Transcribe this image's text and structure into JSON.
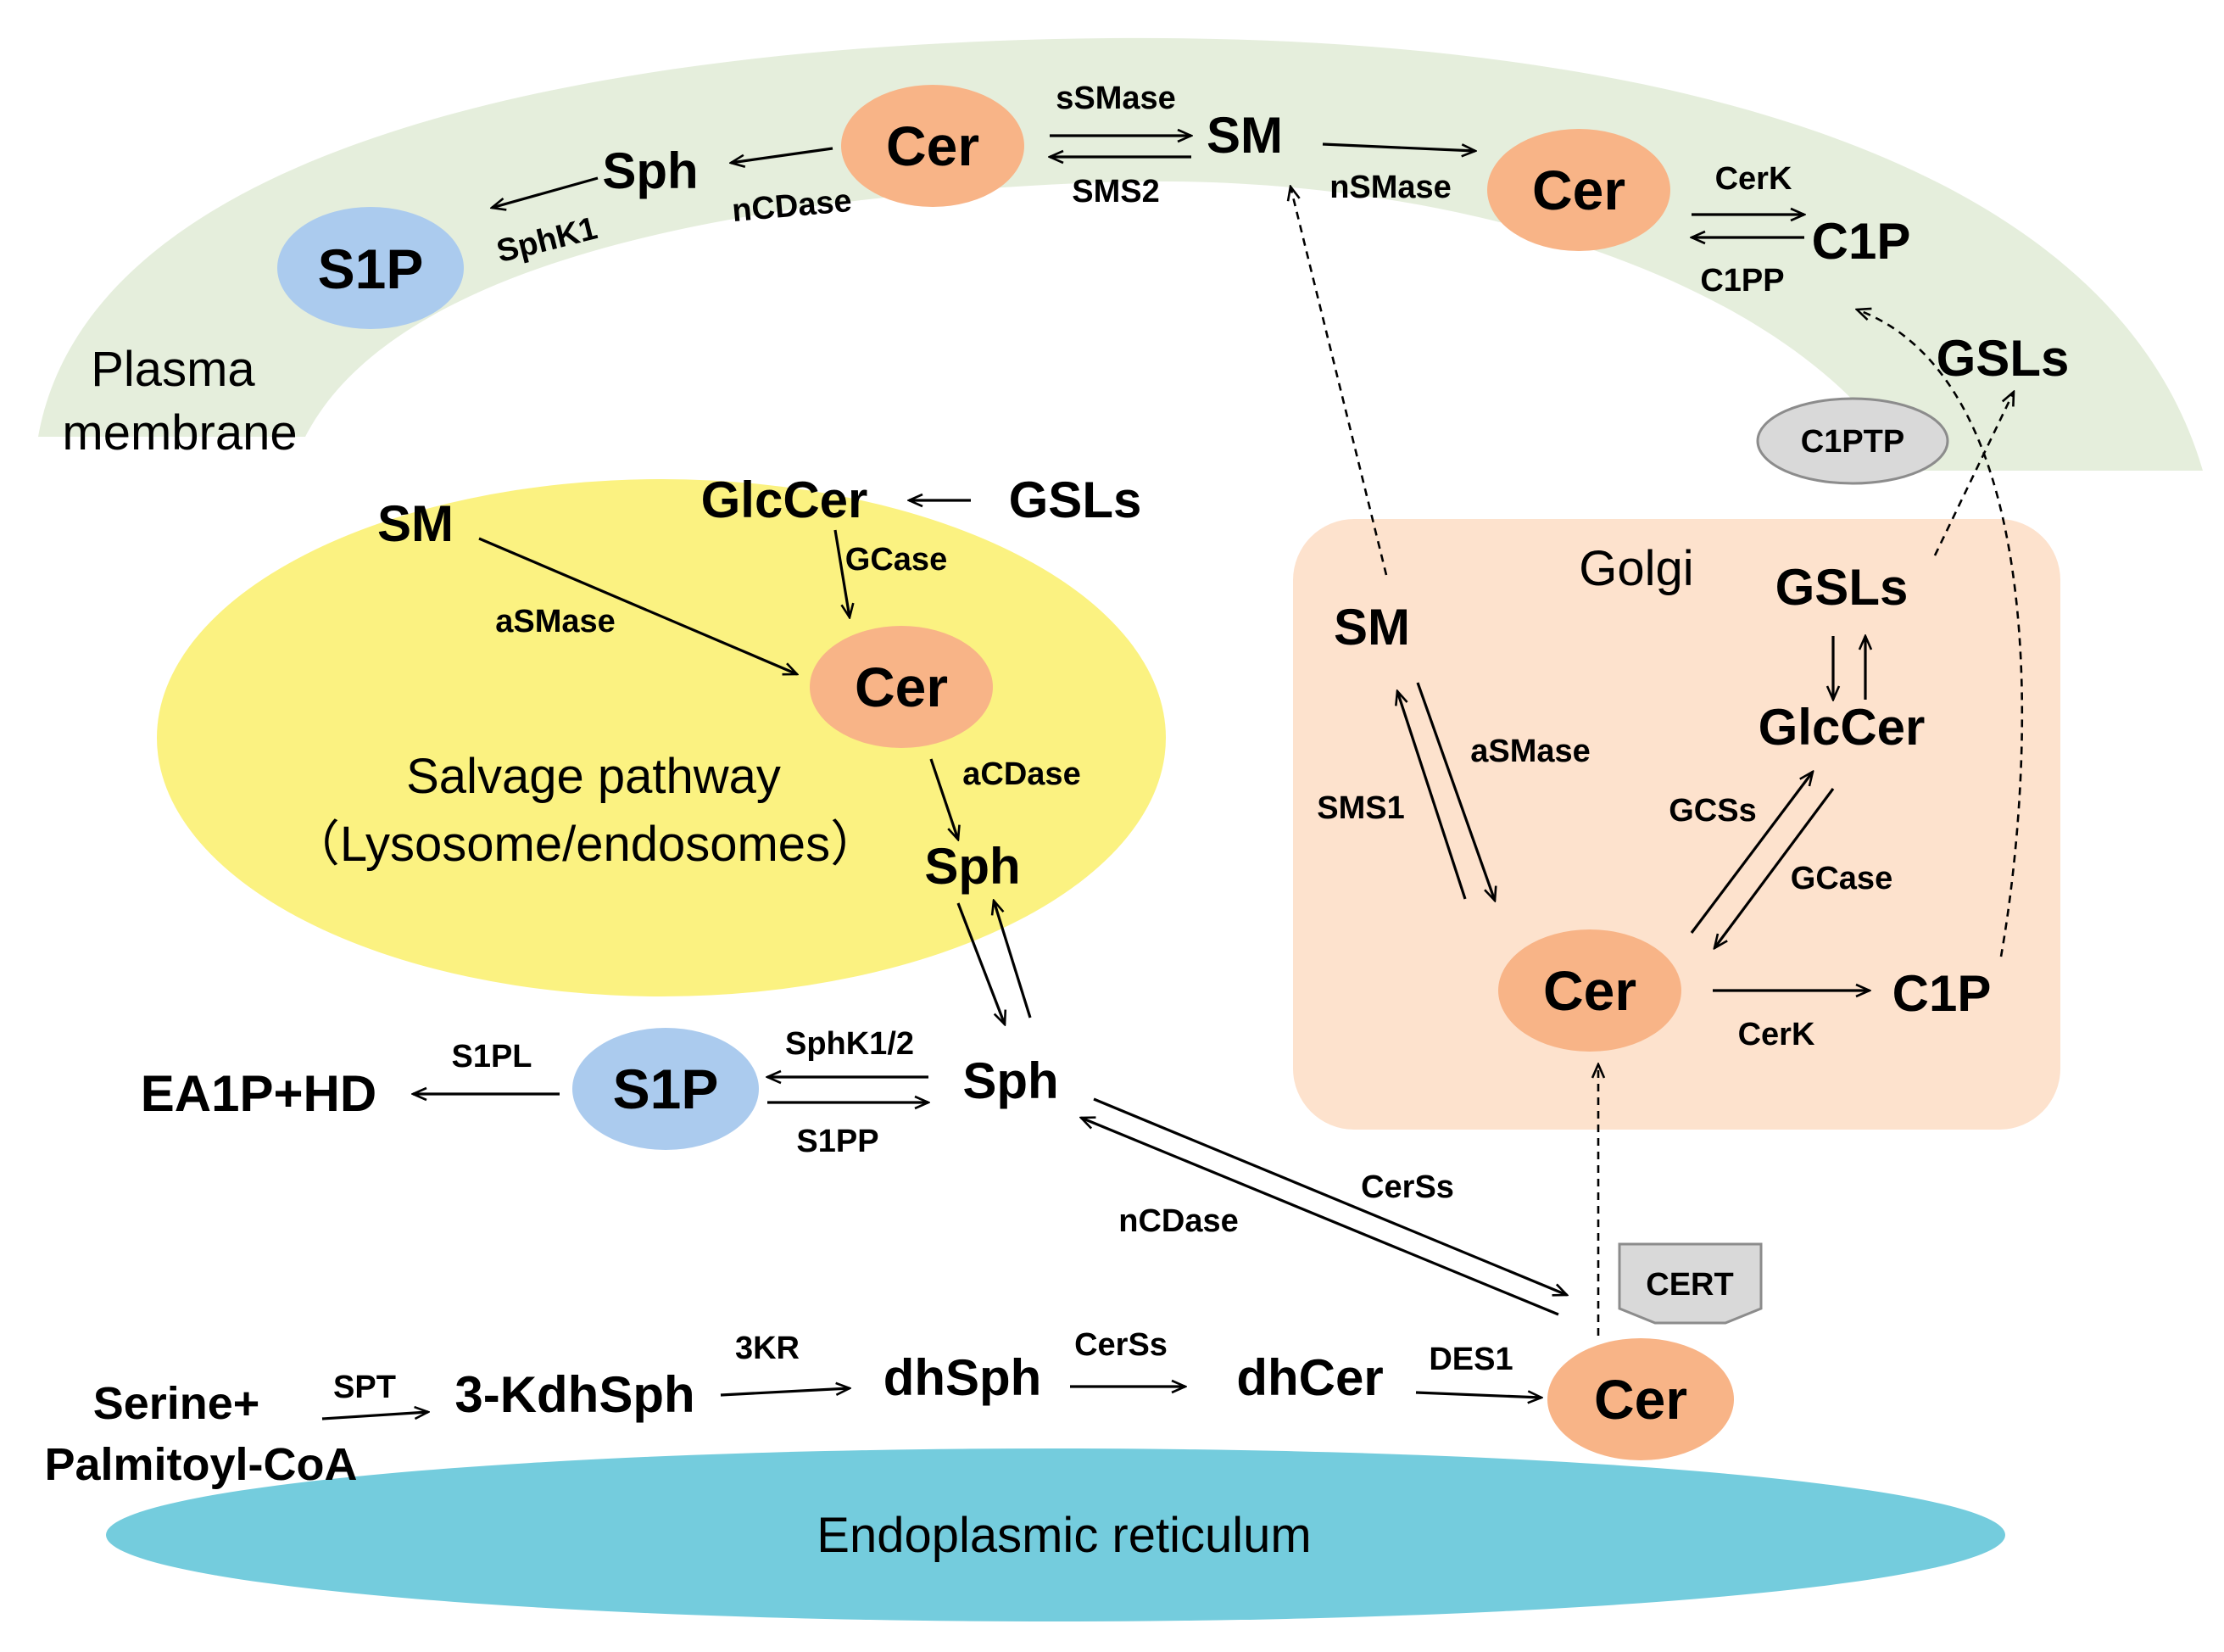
{
  "compartments": {
    "plasma_membrane": "Plasma\nmembrane",
    "salvage_pathway": "Salvage pathway",
    "lysosome_endosomes": "（Lysosome/endosomes）",
    "golgi": "Golgi",
    "er": "Endoplasmic reticulum"
  },
  "proteins": {
    "c1ptp": "C1PTP",
    "cert": "CERT"
  },
  "metabolites": {
    "cer": "Cer",
    "sph": "Sph",
    "s1p": "S1P",
    "sm": "SM",
    "c1p": "C1P",
    "gsls": "GSLs",
    "glccer": "GlcCer",
    "ea1p_hd": "EA1P+HD",
    "serine": "Serine+",
    "palmitoyl_coa": "Palmitoyl-CoA",
    "kdhsph": "3-KdhSph",
    "dhsph": "dhSph",
    "dhcer": "dhCer"
  },
  "enzymes": {
    "ssmase": "sSMase",
    "sms2": "SMS2",
    "ncdase": "nCDase",
    "sphk1": "SphK1",
    "nsmase": "nSMase",
    "cerk": "CerK",
    "c1pp": "C1PP",
    "asmase": "aSMase",
    "gcase": "GCase",
    "acdase": "aCDase",
    "sms1": "SMS1",
    "gcss": "GCSs",
    "s1pl": "S1PL",
    "sphk12": "SphK1/2",
    "s1pp": "S1PP",
    "cerss": "CerSs",
    "spt": "SPT",
    "kr3": "3KR",
    "des1": "DES1"
  },
  "colors": {
    "plasma_membrane": "#e5eedc",
    "salvage": "#fbf281",
    "golgi": "#fde2cd",
    "er": "#74ccdd",
    "cer": "#f8b487",
    "s1p": "#abcbee",
    "badge": "#d9d9d9"
  }
}
